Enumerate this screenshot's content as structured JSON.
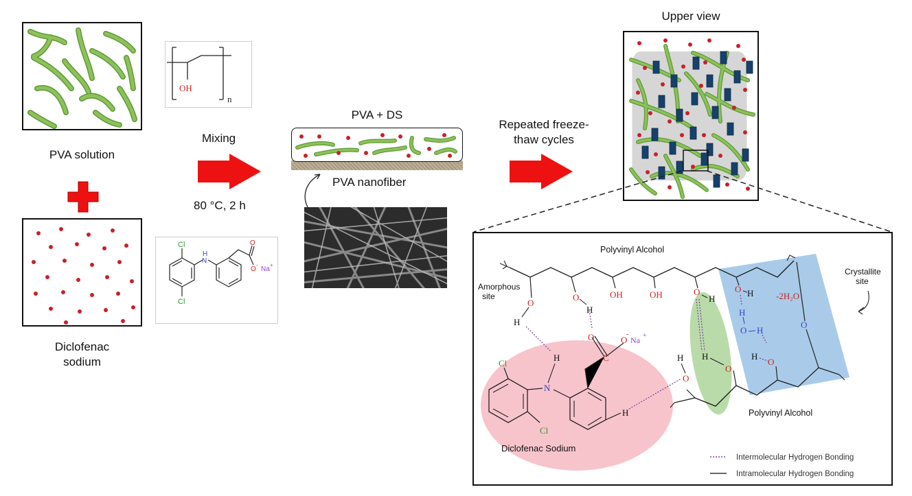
{
  "labels": {
    "pva_solution": "PVA solution",
    "diclofenac_line1": "Diclofenac",
    "diclofenac_line2": "sodium",
    "mixing": "Mixing",
    "conditions": "80 °C, 2 h",
    "pva_ds": "PVA + DS",
    "pva_nanofiber": "PVA nanofiber",
    "freeze_line1": "Repeated freeze-",
    "freeze_line2": "thaw cycles",
    "upper_view": "Upper view"
  },
  "pva_structure": {
    "oh": "OH",
    "n": "n"
  },
  "ds_structure": {
    "cl": "Cl",
    "nh": "H",
    "n": "N",
    "o": "O",
    "o_minus": "O",
    "na": "Na",
    "plus": "+",
    "minus": "-"
  },
  "detail": {
    "polyvinyl_alcohol_top": "Polyvinyl Alcohol",
    "polyvinyl_alcohol_bottom": "Polyvinyl Alcohol",
    "amorphous_line1": "Amorphous",
    "amorphous_line2": "site",
    "crystallite_line1": "Crystallite",
    "crystallite_line2": "site",
    "minus_2h2o": "-2H₂O",
    "diclofenac_sodium": "Diclofenac Sodium",
    "oh": "OH",
    "o": "O",
    "h": "H",
    "n": "N",
    "cl": "Cl",
    "c": "C",
    "na": "Na",
    "plus": "+",
    "minus": "-"
  },
  "legend": {
    "intermolecular": "Intermolecular Hydrogen Bonding",
    "intramolecular": "Intramolecular Hydrogen Bonding"
  },
  "colors": {
    "fiber_green": "#8dc15b",
    "fiber_outline": "#5e9a35",
    "dot_red": "#c8202a",
    "arrow_red": "#ee1111",
    "crystal_blue": "#17416b",
    "pink_region": "#f7c4cc",
    "green_region": "#b9dbaa",
    "blue_region": "#a9cbe9",
    "oh_red": "#cc2222",
    "n_blue": "#3344cc",
    "cl_green": "#2e9a2e",
    "na_purple": "#9a3fcf"
  }
}
